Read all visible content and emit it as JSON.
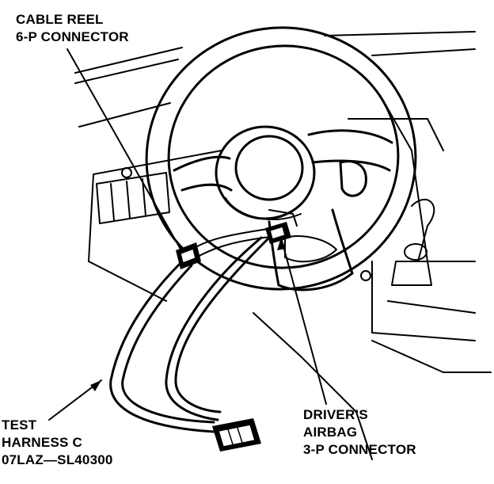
{
  "labels": {
    "cable_reel": [
      "CABLE REEL",
      "6-P CONNECTOR"
    ],
    "test_harness": [
      "TEST",
      "HARNESS C",
      "07LAZ—SL40300"
    ],
    "drivers_airbag": [
      "DRIVER’S",
      "AIRBAG",
      "3-P CONNECTOR"
    ]
  }
}
